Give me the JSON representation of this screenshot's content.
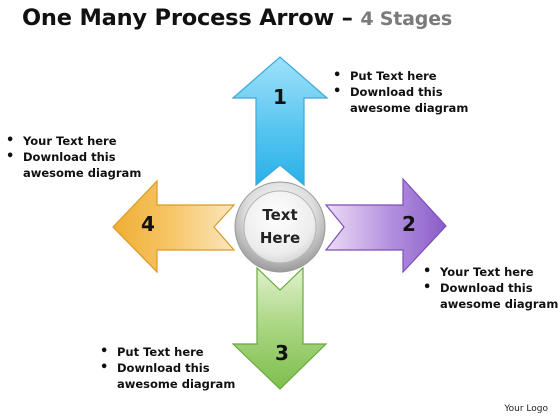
{
  "title": {
    "main": "One Many Process Arrow –",
    "sub": "4 Stages"
  },
  "center": {
    "line1": "Text",
    "line2": "Here"
  },
  "stages": [
    {
      "number": "1",
      "direction": "up",
      "color": "#5bc8f0"
    },
    {
      "number": "2",
      "direction": "right",
      "color": "#9a6fd0"
    },
    {
      "number": "3",
      "direction": "down",
      "color": "#86c15a"
    },
    {
      "number": "4",
      "direction": "left",
      "color": "#f0b23f"
    }
  ],
  "text_blocks": {
    "top_right": [
      "Put Text here",
      "Download this",
      "awesome diagram"
    ],
    "left": [
      "Your Text here",
      "Download this",
      "awesome diagram"
    ],
    "right": [
      "Your Text here",
      "Download this",
      "awesome diagram"
    ],
    "bottom_left": [
      "Put Text here",
      "Download this",
      "awesome diagram"
    ]
  },
  "logo": "Your Logo"
}
